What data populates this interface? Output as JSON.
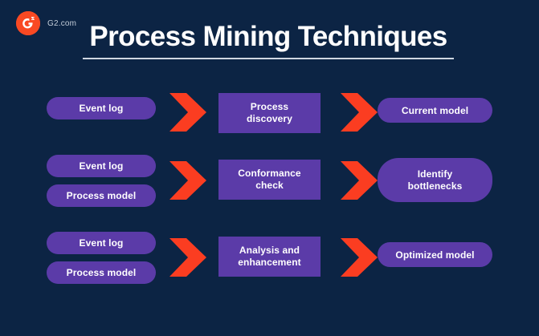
{
  "brand": {
    "name": "G2.com",
    "logo_icon": "g2-logo-icon",
    "logo_letter": "G",
    "logo_superscript": "2",
    "logo_color": "#f94923"
  },
  "header": {
    "title": "Process Mining Techniques"
  },
  "theme": {
    "background": "#0c2444",
    "node_purple": "#5b3ba8",
    "arrow_orange": "#fb3d21",
    "text_white": "#ffffff",
    "rule_color": "#cfd7e2"
  },
  "flow": {
    "arrow_icon": "chevron-right-arrow-icon",
    "rows": [
      {
        "id": "process-discovery",
        "inputs": [
          "Event log"
        ],
        "technique": "Process discovery",
        "technique_lines": [
          "Process",
          "discovery"
        ],
        "output": "Current model",
        "output_lines": [
          "Current model"
        ]
      },
      {
        "id": "conformance-check",
        "inputs": [
          "Event log",
          "Process model"
        ],
        "technique": "Conformance check",
        "technique_lines": [
          "Conformance",
          "check"
        ],
        "output": "Identify bottlenecks",
        "output_lines": [
          "Identify",
          "bottlenecks"
        ]
      },
      {
        "id": "analysis-enhancement",
        "inputs": [
          "Event log",
          "Process model"
        ],
        "technique": "Analysis and enhancement",
        "technique_lines": [
          "Analysis and",
          "enhancement"
        ],
        "output": "Optimized model",
        "output_lines": [
          "Optimized model"
        ]
      }
    ]
  }
}
